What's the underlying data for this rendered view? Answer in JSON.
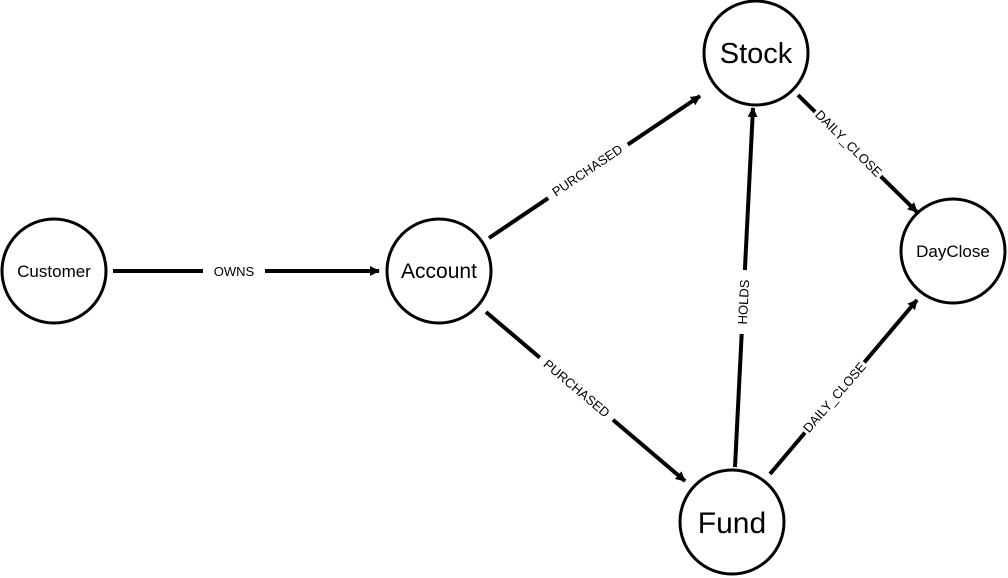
{
  "diagram": {
    "nodes": {
      "customer": "Customer",
      "account": "Account",
      "stock": "Stock",
      "fund": "Fund",
      "dayclose": "DayClose"
    },
    "edges": {
      "owns": "OWNS",
      "account_stock": "PURCHASED",
      "account_fund": "PURCHASED",
      "fund_stock": "HOLDS",
      "stock_dayclose": "DAILY_CLOSE",
      "fund_dayclose": "DAILY_CLOSE"
    }
  }
}
